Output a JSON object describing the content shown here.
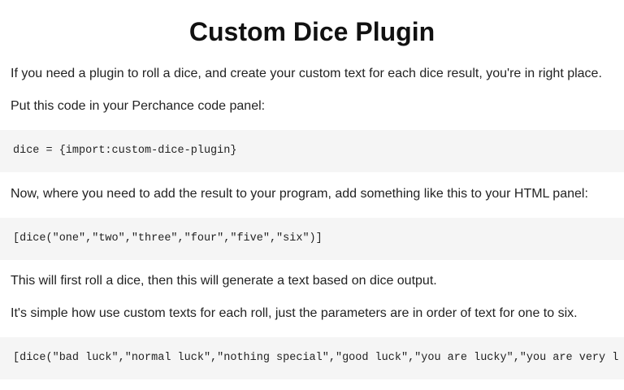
{
  "page": {
    "title": "Custom Dice Plugin",
    "intro": "If you need a plugin to roll a dice, and create your custom text for each dice result, you're in right place.",
    "instruction_code_panel": "Put this code in your Perchance code panel:",
    "code_import": "dice = {import:custom-dice-plugin}",
    "instruction_html_panel": "Now, where you need to add the result to your program, add something like this to your HTML panel:",
    "code_basic": "[dice(\"one\",\"two\",\"three\",\"four\",\"five\",\"six\")]",
    "explanation": "This will first roll a dice, then this will generate a text based on dice output.",
    "custom_explanation": "It's simple how use custom texts for each roll, just the parameters are in order of text for one to six.",
    "code_custom": "[dice(\"bad luck\",\"normal luck\",\"nothing special\",\"good luck\",\"you are lucky\",\"you are very l"
  }
}
